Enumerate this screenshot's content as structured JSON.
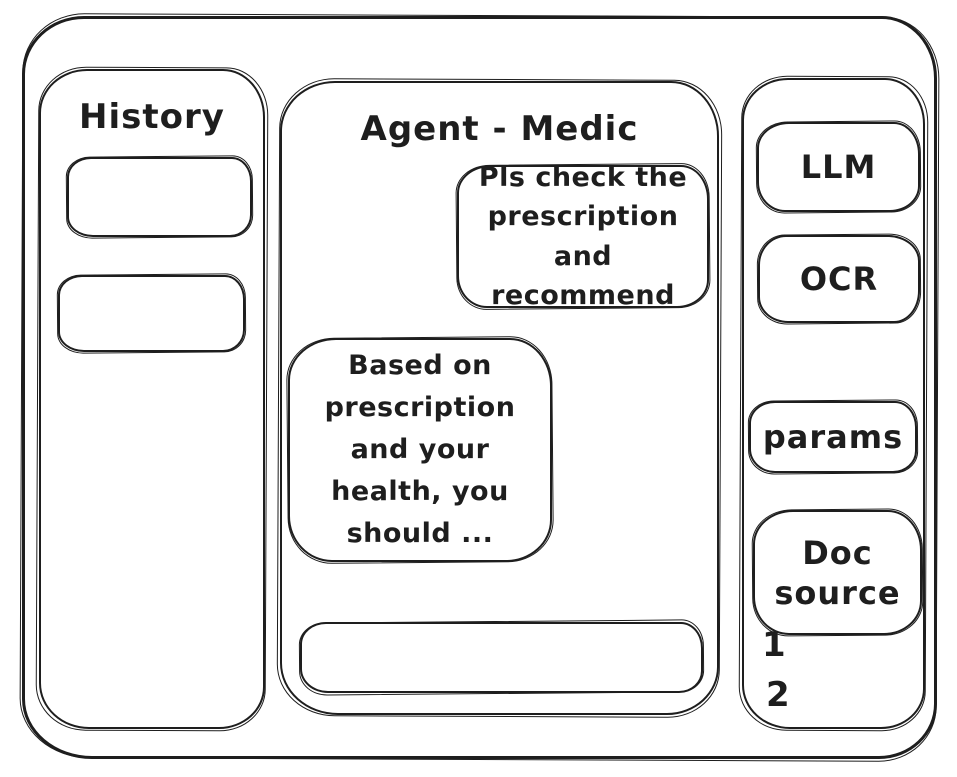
{
  "history": {
    "title": "History",
    "items": [
      {
        "label": ""
      },
      {
        "label": ""
      }
    ]
  },
  "chat": {
    "title": "Agent - Medic",
    "user_message": "Pls check the\nprescription\nand recommend",
    "assistant_message": "Based on\nprescription\nand your\nhealth, you\nshould ...",
    "input_value": ""
  },
  "tools": {
    "llm_label": "LLM",
    "ocr_label": "OCR",
    "params_label": "params",
    "doc_source_label": "Doc\nsource",
    "source_items": [
      "1",
      "2"
    ]
  },
  "colors": {
    "ink": "#1e1e1e",
    "background": "#ffffff"
  }
}
